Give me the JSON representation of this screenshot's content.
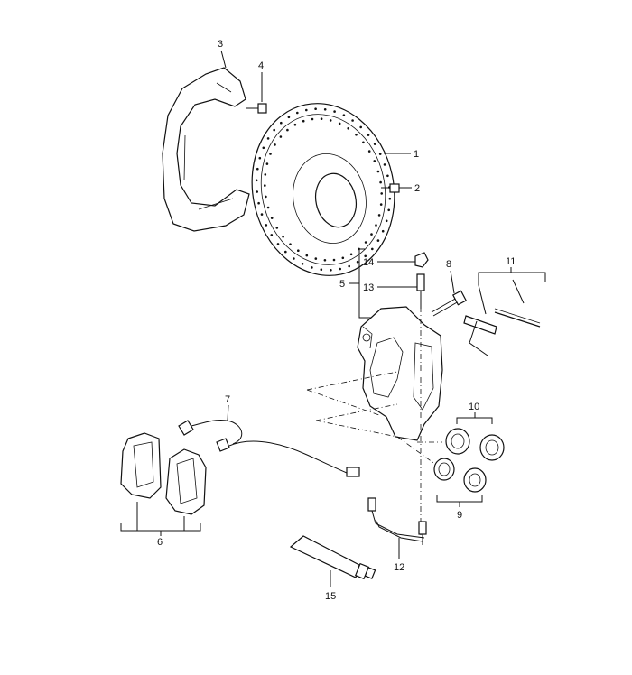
{
  "diagram": {
    "callouts": [
      "1",
      "2",
      "3",
      "4",
      "5",
      "6",
      "7",
      "8",
      "9",
      "10",
      "11",
      "12",
      "13",
      "14",
      "15"
    ],
    "parts": {
      "brake_disc": "1",
      "disc_screw": "2",
      "splash_shield": "3",
      "shield_screw": "4",
      "brake_caliper": "5",
      "brake_pads": "6",
      "wear_sensor": "7",
      "caliper_bolt": "8",
      "piston_seals": "9",
      "dust_boots": "10",
      "pad_pin_set": "11",
      "brake_hose": "12",
      "bleeder_valve": "13",
      "bleeder_cap": "14",
      "paste_tube": "15"
    }
  },
  "colors": {
    "ink": "#111111",
    "paper": "#ffffff"
  }
}
